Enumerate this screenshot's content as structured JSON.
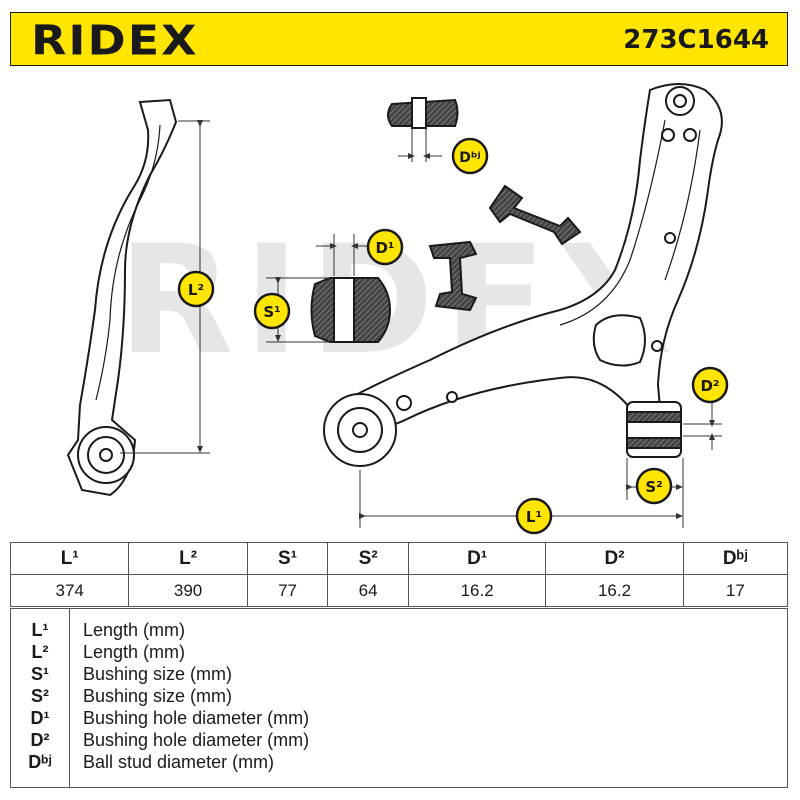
{
  "header": {
    "brand": "RIDEX",
    "part_number": "273C1644",
    "accent_color": "#ffe500"
  },
  "watermark": "RIDEX",
  "diagram": {
    "labels": {
      "l1": "L¹",
      "l2": "L²",
      "s1": "S¹",
      "s2": "S²",
      "d1": "D¹",
      "d2": "D²",
      "dbj": "Dᵇʲ"
    }
  },
  "spec_table": {
    "headers": [
      "L¹",
      "L²",
      "S¹",
      "S²",
      "D¹",
      "D²",
      "Dᵇʲ"
    ],
    "values": [
      "374",
      "390",
      "77",
      "64",
      "16.2",
      "16.2",
      "17"
    ]
  },
  "legend": [
    {
      "symbol": "L¹",
      "text": "Length (mm)"
    },
    {
      "symbol": "L²",
      "text": "Length (mm)"
    },
    {
      "symbol": "S¹",
      "text": "Bushing size (mm)"
    },
    {
      "symbol": "S²",
      "text": "Bushing size (mm)"
    },
    {
      "symbol": "D¹",
      "text": "Bushing hole diameter (mm)"
    },
    {
      "symbol": "D²",
      "text": "Bushing hole diameter (mm)"
    },
    {
      "symbol": "Dᵇʲ",
      "text": "Ball stud diameter (mm)"
    }
  ]
}
